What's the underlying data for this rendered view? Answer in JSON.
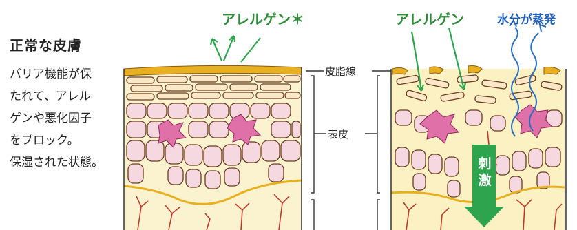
{
  "left_panel": {
    "title": "正常な皮膚",
    "description_lines": [
      "バリア機能が保",
      "たれて、アレル",
      "ゲンや悪化因子",
      "をブロック。",
      "保湿された状態。"
    ],
    "allergen_label": "アレルゲン＊"
  },
  "middle_labels": {
    "sebum": "皮脂線",
    "epidermis": "表皮"
  },
  "right_panel": {
    "allergen_label": "アレルゲン",
    "evaporation_label": "水分が蒸発",
    "stimulus_label": "刺激"
  },
  "colors": {
    "sebum_layer": "#e8b020",
    "cell_fill": "#f6d8e0",
    "cell_outline": "#6b3b1a",
    "pink_cell": "#e070a8",
    "background_cream": "#fbf1c2",
    "capillary": "#c0392b",
    "green_arrow": "#2ea44f",
    "blue_arrow": "#2a6ec0"
  }
}
